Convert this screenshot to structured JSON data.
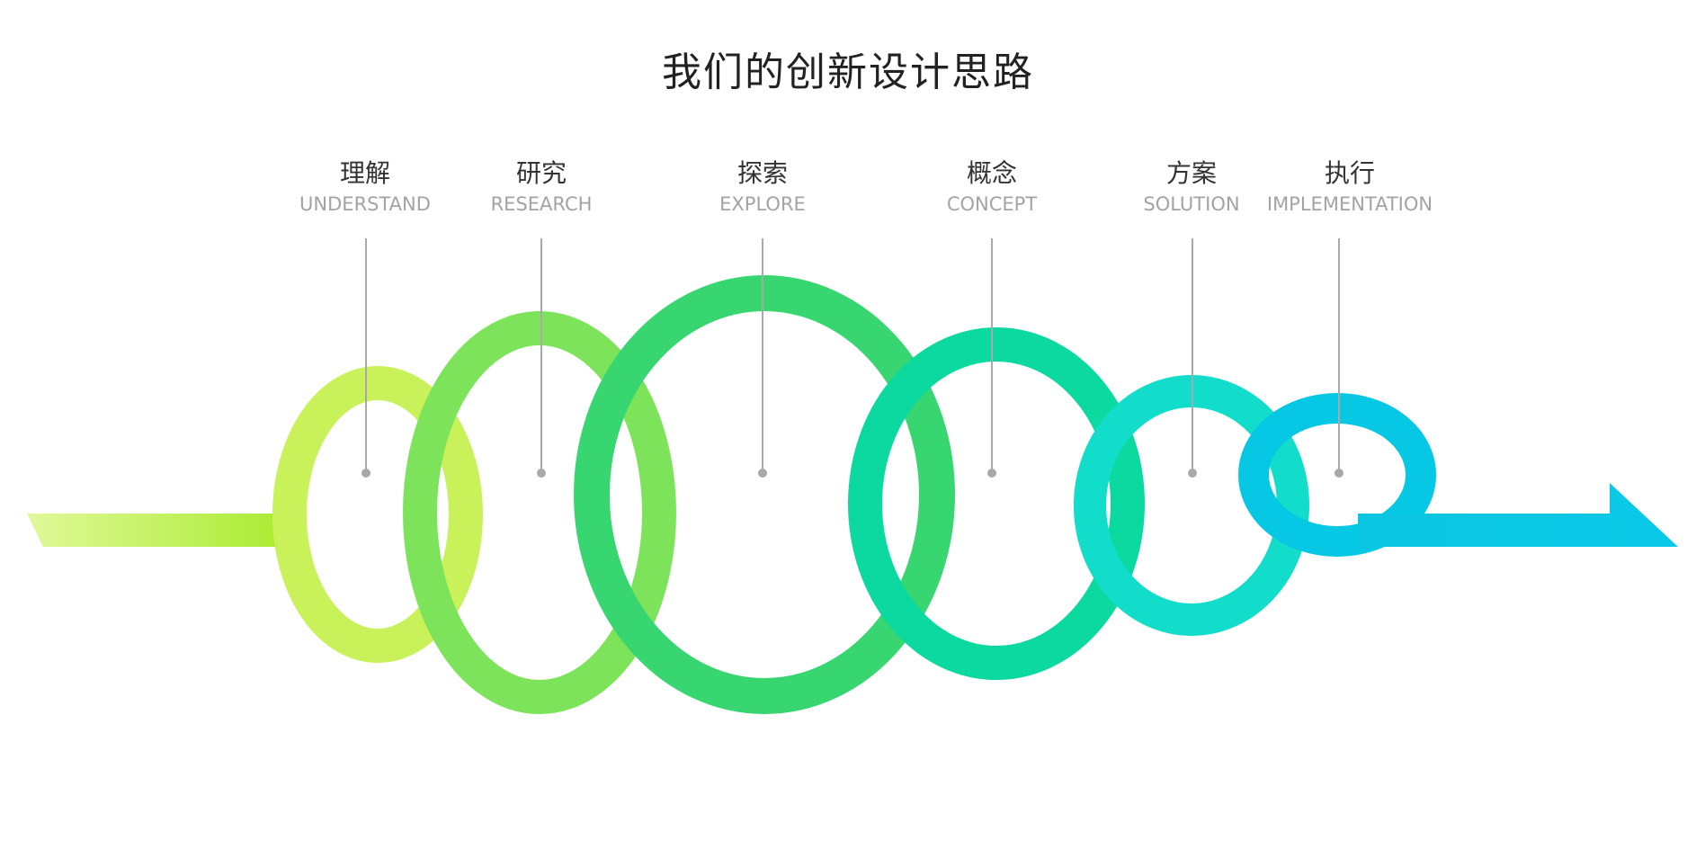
{
  "title": "我们的创新设计思路",
  "steps": [
    {
      "zh": "理解",
      "en": "UNDERSTAND",
      "color": "#c7f05c"
    },
    {
      "zh": "研究",
      "en": "RESEARCH",
      "color": "#7be35a"
    },
    {
      "zh": "探索",
      "en": "EXPLORE",
      "color": "#36d672"
    },
    {
      "zh": "概念",
      "en": "CONCEPT",
      "color": "#0bd9a0"
    },
    {
      "zh": "方案",
      "en": "SOLUTION",
      "color": "#12dcc8"
    },
    {
      "zh": "执行",
      "en": "IMPLEMENTATION",
      "color": "#07c8e6"
    }
  ]
}
